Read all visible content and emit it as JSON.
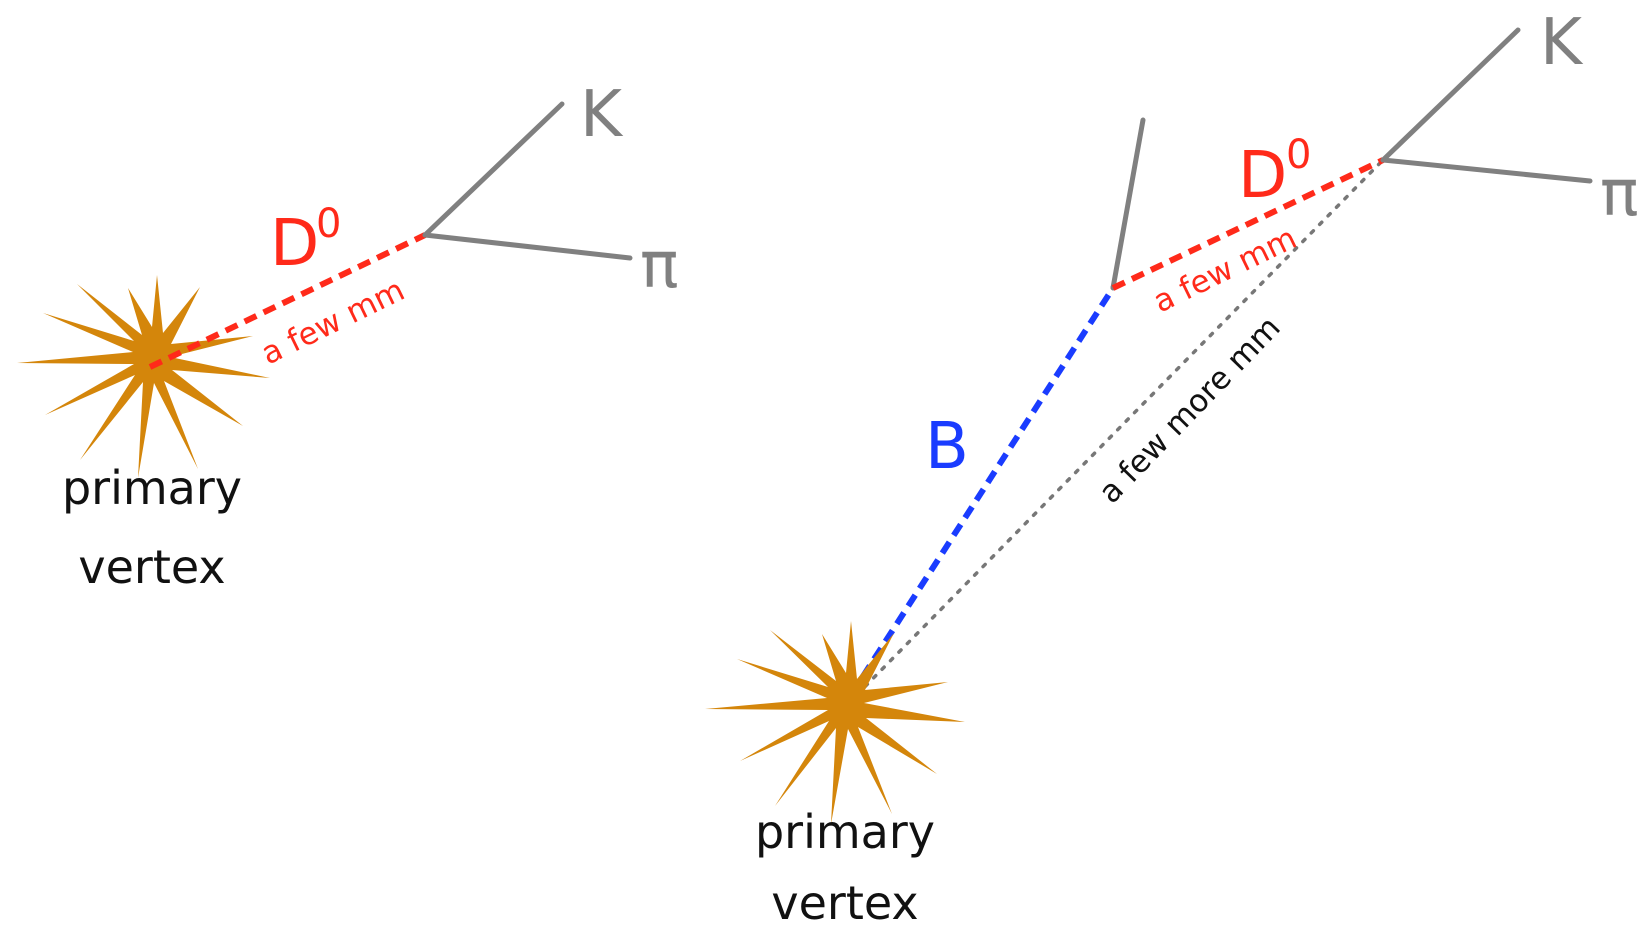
{
  "panels": {
    "left": {
      "decay_label": "D",
      "decay_superscript": "0",
      "distance_label": "a few mm",
      "kaon_label": "K",
      "pion_label": "π",
      "vertex_label_line1": "primary",
      "vertex_label_line2": "vertex"
    },
    "right": {
      "decay_label": "D",
      "decay_superscript": "0",
      "distance_label": "a few mm",
      "parent_label": "B",
      "total_distance_label": "a few more mm",
      "kaon_label": "K",
      "pion_label": "π",
      "vertex_label_line1": "primary",
      "vertex_label_line2": "vertex"
    }
  },
  "colors": {
    "d0_track": "#ff2a1a",
    "b_track": "#1a3cff",
    "particle_track": "#808080",
    "vertex_star": "#d4860b",
    "text_dark": "#111111",
    "dotted_track": "#777777"
  }
}
